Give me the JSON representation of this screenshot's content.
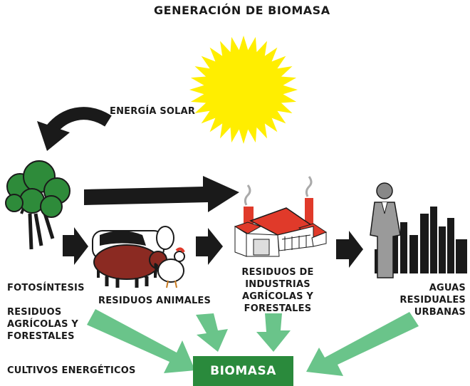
{
  "title": "GENERACIÓN DE BIOMASA",
  "solar_label": "ENERGÍA SOLAR",
  "photosynthesis": "FOTOSÍNTESIS",
  "residuos_agricolas": [
    "RESIDUOS",
    "AGRÍCOLAS Y",
    "FORESTALES"
  ],
  "cultivos": "CULTIVOS ENERGÉTICOS",
  "residuos_animales": "RESIDUOS ANIMALES",
  "residuos_industrias": [
    "RESIDUOS DE",
    "INDUSTRIAS",
    "AGRÍCOLAS Y",
    "FORESTALES"
  ],
  "aguas_residuales": [
    "AGUAS",
    "RESIDUALES",
    "URBANAS"
  ],
  "biomasa": "BIOMASA",
  "colors": {
    "sun": "#ffee00",
    "arrow_dark": "#1a1a1a",
    "arrow_green": "#6ac48a",
    "box_green": "#2a8a3c",
    "tree_green": "#2e8b3a",
    "roof_red": "#e03a2a"
  }
}
